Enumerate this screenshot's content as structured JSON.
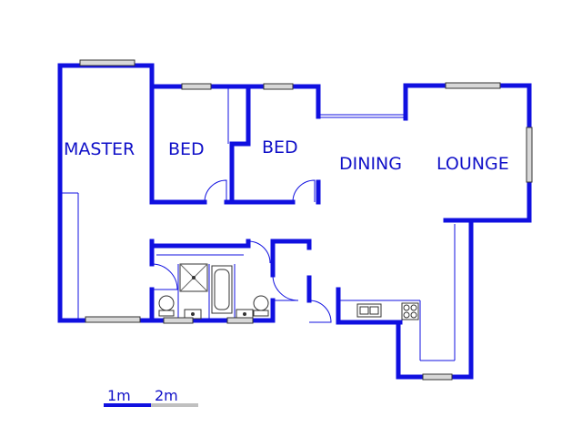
{
  "rooms": {
    "master": "MASTER",
    "bed1": "BED",
    "bed2": "BED",
    "dining": "DINING",
    "lounge": "LOUNGE"
  },
  "scale": {
    "label_1": "1m",
    "label_2": "2m"
  },
  "colors": {
    "wall": "#1010e0",
    "label": "#1010c8",
    "scale_grey": "#c0c0c0"
  }
}
